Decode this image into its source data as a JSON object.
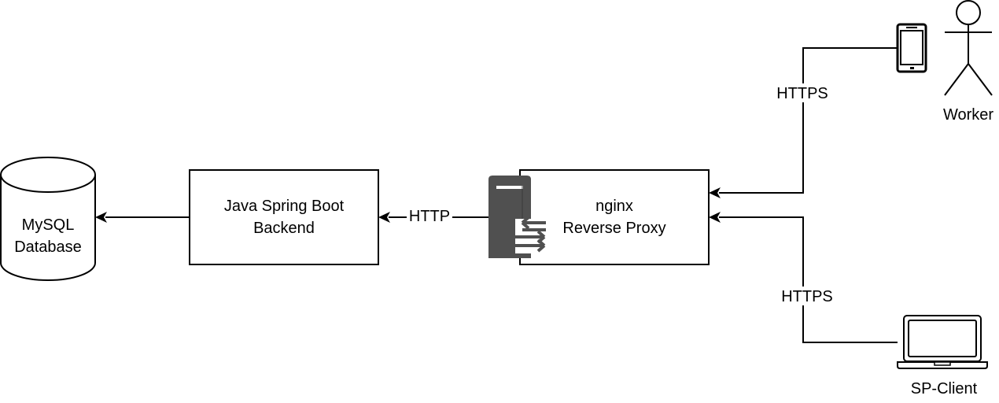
{
  "nodes": {
    "database": {
      "line1": "MySQL",
      "line2": "Database"
    },
    "backend": {
      "line1": "Java Spring Boot",
      "line2": "Backend"
    },
    "proxy": {
      "line1": "nginx",
      "line2": "Reverse Proxy"
    },
    "worker": {
      "label": "Worker"
    },
    "client": {
      "label": "SP-Client"
    }
  },
  "edges": {
    "backend_to_db": {
      "label": ""
    },
    "proxy_to_backend": {
      "label": "HTTP"
    },
    "worker_to_proxy": {
      "label": "HTTPS"
    },
    "client_to_proxy": {
      "label": "HTTPS"
    }
  },
  "icons": {
    "server": "server-icon",
    "phone": "mobile-phone-icon",
    "laptop": "laptop-icon",
    "person": "actor-icon"
  },
  "colors": {
    "stroke": "#000000",
    "server_fill": "#505050",
    "background": "#ffffff"
  }
}
